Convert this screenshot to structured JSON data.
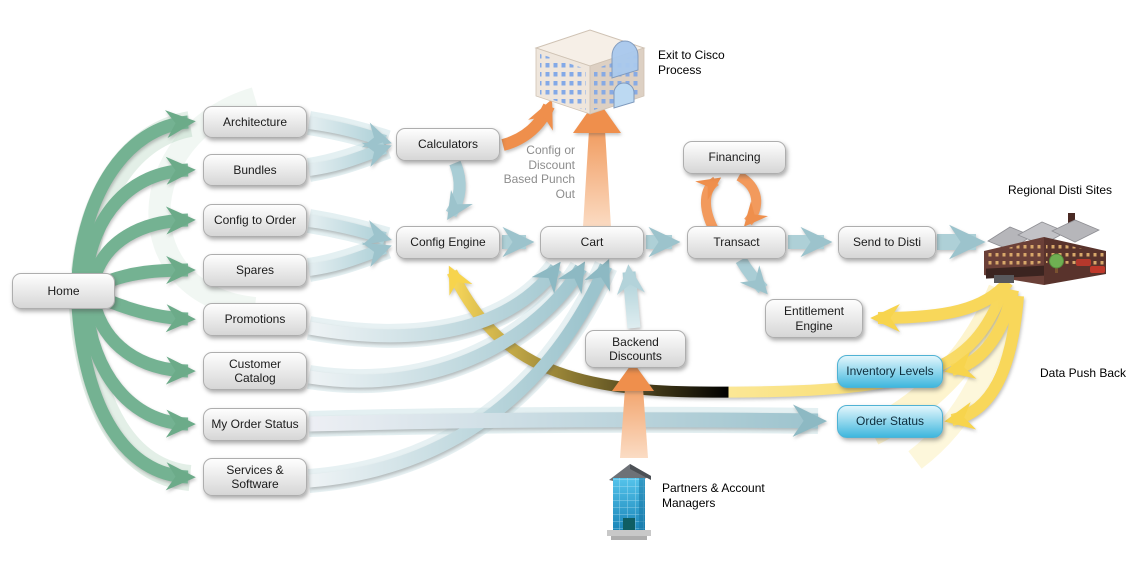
{
  "diagram": {
    "nodes": {
      "home": {
        "label": "Home"
      },
      "architecture": {
        "label": "Architecture"
      },
      "bundles": {
        "label": "Bundles"
      },
      "config_to_order": {
        "label": "Config to Order"
      },
      "spares": {
        "label": "Spares"
      },
      "promotions": {
        "label": "Promotions"
      },
      "customer_catalog": {
        "label": "Customer Catalog"
      },
      "my_order_status": {
        "label": "My Order Status"
      },
      "services_software": {
        "label": "Services & Software"
      },
      "calculators": {
        "label": "Calculators"
      },
      "config_engine": {
        "label": "Config Engine"
      },
      "cart": {
        "label": "Cart"
      },
      "financing": {
        "label": "Financing"
      },
      "transact": {
        "label": "Transact"
      },
      "send_to_disti": {
        "label": "Send to Disti"
      },
      "entitlement_engine": {
        "label": "Entitlement Engine"
      },
      "backend_discounts": {
        "label": "Backend Discounts"
      },
      "inventory_levels": {
        "label": "Inventory Levels"
      },
      "order_status": {
        "label": "Order Status"
      }
    },
    "annotations": {
      "exit_to_cisco": "Exit to Cisco Process",
      "punch_out": "Config or Discount Based Punch Out",
      "regional_disti": "Regional Disti Sites",
      "data_push_back": "Data Push Back",
      "partners": "Partners & Account Managers"
    },
    "colors": {
      "green_arrow": "#74B292",
      "teal_arrow": "#AED0D7",
      "yellow_arrow": "#F8D75A",
      "orange_arrow": "#EF8F4C",
      "cyan_node": "#3FB7DE",
      "node_fill": "#E9E9E9"
    },
    "edges": [
      {
        "from": "Home",
        "to": "Architecture",
        "color": "green"
      },
      {
        "from": "Home",
        "to": "Bundles",
        "color": "green"
      },
      {
        "from": "Home",
        "to": "Config to Order",
        "color": "green"
      },
      {
        "from": "Home",
        "to": "Spares",
        "color": "green"
      },
      {
        "from": "Home",
        "to": "Promotions",
        "color": "green"
      },
      {
        "from": "Home",
        "to": "Customer Catalog",
        "color": "green"
      },
      {
        "from": "Home",
        "to": "My Order Status",
        "color": "green"
      },
      {
        "from": "Home",
        "to": "Services & Software",
        "color": "green"
      },
      {
        "from": "Architecture",
        "to": "Calculators",
        "color": "teal"
      },
      {
        "from": "Bundles",
        "to": "Calculators",
        "color": "teal"
      },
      {
        "from": "Config to Order",
        "to": "Config Engine",
        "color": "teal"
      },
      {
        "from": "Spares",
        "to": "Config Engine",
        "color": "teal"
      },
      {
        "from": "Calculators",
        "to": "Config Engine",
        "color": "teal"
      },
      {
        "from": "Config Engine",
        "to": "Cart",
        "color": "teal"
      },
      {
        "from": "Promotions",
        "to": "Cart",
        "color": "teal"
      },
      {
        "from": "Customer Catalog",
        "to": "Cart",
        "color": "teal"
      },
      {
        "from": "Services & Software",
        "to": "Cart",
        "color": "teal"
      },
      {
        "from": "Backend Discounts",
        "to": "Cart",
        "color": "teal"
      },
      {
        "from": "My Order Status",
        "to": "Order Status",
        "color": "teal"
      },
      {
        "from": "Cart",
        "to": "Transact",
        "color": "teal"
      },
      {
        "from": "Transact",
        "to": "Send to Disti",
        "color": "teal"
      },
      {
        "from": "Send to Disti",
        "to": "Regional Disti Sites",
        "color": "teal"
      },
      {
        "from": "Transact",
        "to": "Entitlement Engine",
        "color": "teal"
      },
      {
        "from": "Calculators",
        "to": "Exit to Cisco Process",
        "color": "orange"
      },
      {
        "from": "Cart",
        "to": "Exit to Cisco Process",
        "color": "orange"
      },
      {
        "from": "Transact",
        "to": "Financing",
        "color": "orange"
      },
      {
        "from": "Financing",
        "to": "Transact",
        "color": "orange"
      },
      {
        "from": "Partners & Account Managers",
        "to": "Backend Discounts",
        "color": "orange"
      },
      {
        "from": "Regional Disti Sites",
        "to": "Entitlement Engine",
        "color": "yellow"
      },
      {
        "from": "Regional Disti Sites",
        "to": "Inventory Levels",
        "color": "yellow"
      },
      {
        "from": "Regional Disti Sites",
        "to": "Order Status",
        "color": "yellow"
      },
      {
        "from": "Regional Disti Sites",
        "to": "Config Engine",
        "color": "yellow"
      }
    ]
  }
}
